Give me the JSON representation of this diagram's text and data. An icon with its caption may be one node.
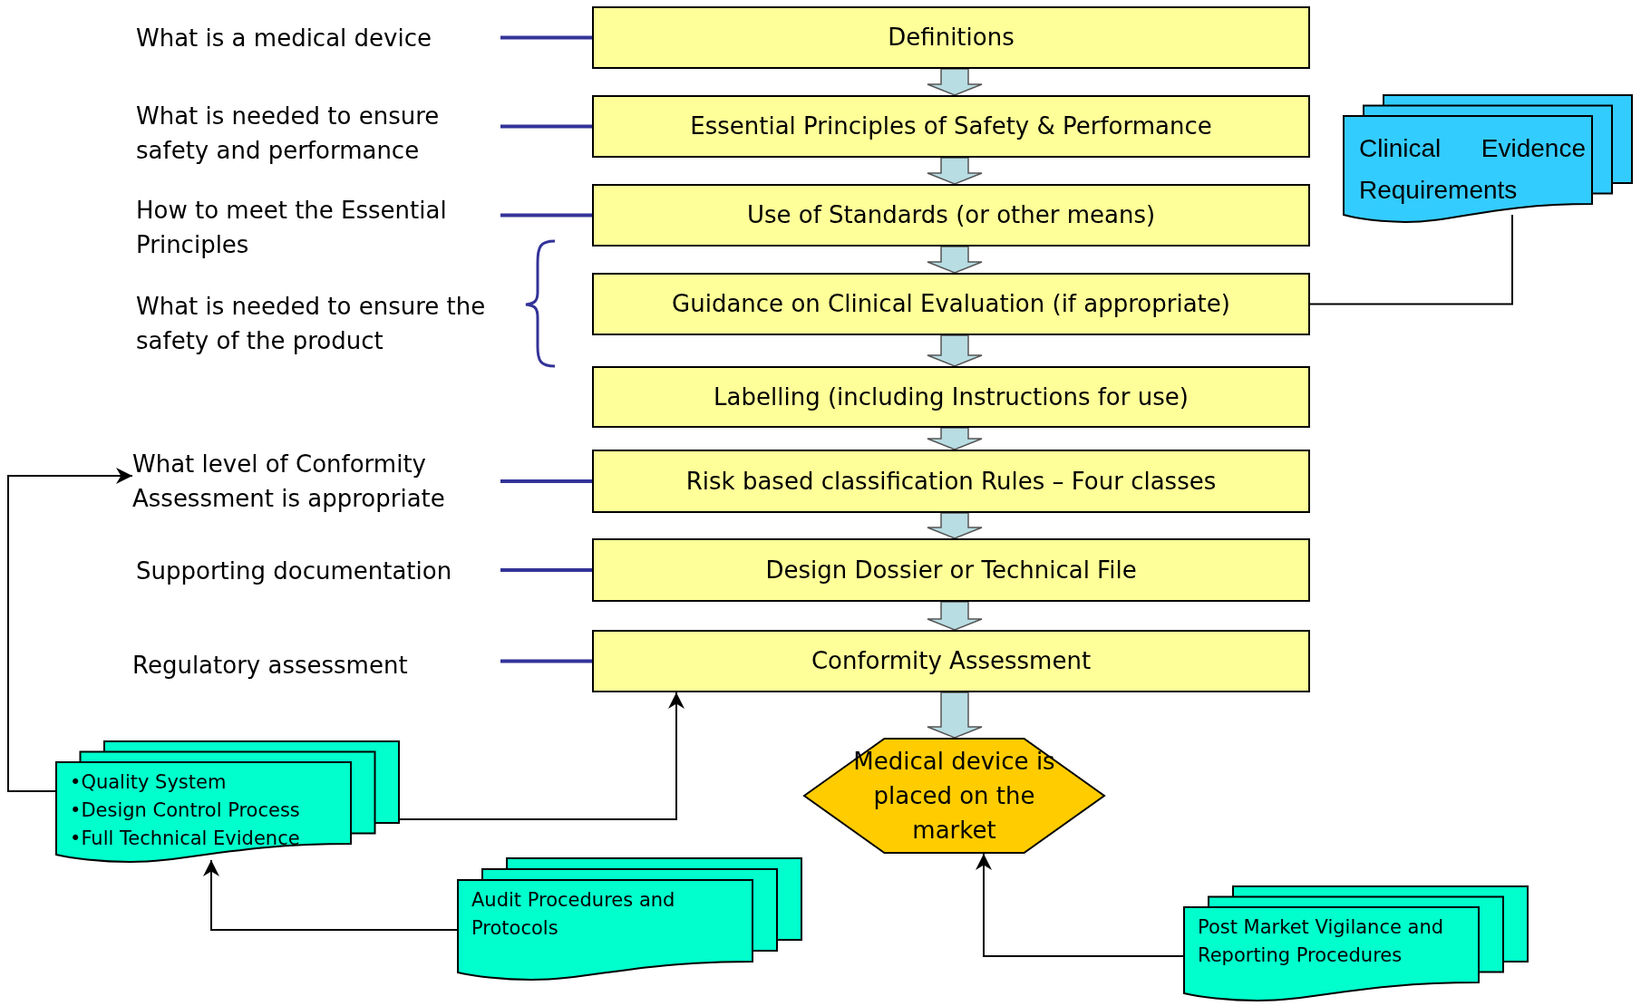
{
  "diagram": {
    "nodes": [
      {
        "text": [
          "Definitions"
        ]
      },
      {
        "text": [
          "Essential Principles of Safety & Performance"
        ]
      },
      {
        "text": [
          "Use of Standards (or other means)"
        ]
      },
      {
        "text": [
          "Guidance on Clinical Evaluation (if appropriate)"
        ]
      },
      {
        "text": [
          "Labelling (including Instructions for use)"
        ]
      },
      {
        "text": [
          "Risk based classification Rules – Four classes"
        ]
      },
      {
        "text": [
          "Design Dossier or Technical File"
        ]
      },
      {
        "text": [
          "Conformity Assessment"
        ]
      },
      {
        "text": [
          "Medical device is placed on the market"
        ]
      },
      {
        "text": [
          "What is a medical device"
        ]
      },
      {
        "text": [
          "What is needed to ensure safety and performance"
        ]
      },
      {
        "text": [
          "How to meet the Essential Principles"
        ]
      },
      {
        "text": [
          "What is needed to ensure the safety of the product"
        ]
      },
      {
        "text": [
          "What level of Conformity Assessment is appropriate"
        ]
      },
      {
        "text": [
          "Supporting documentation"
        ]
      },
      {
        "text": [
          "Regulatory assessment"
        ]
      },
      {
        "text": [
          "Clinical Evidence Requirements"
        ]
      },
      {
        "text": [
          "•Quality System",
          "•Design Control Process",
          "•Full Technical Evidence"
        ]
      },
      {
        "text": [
          "Audit Procedures and Protocols"
        ]
      },
      {
        "text": [
          "Post Market Vigilance and Reporting Procedures"
        ]
      }
    ],
    "edges": [
      {
        "from": 0,
        "to": 1,
        "arrow": "to",
        "style": "thick",
        "color": "#b8dde3"
      },
      {
        "from": 1,
        "to": 2,
        "arrow": "to",
        "style": "thick",
        "color": "#b8dde3"
      },
      {
        "from": 2,
        "to": 3,
        "arrow": "to",
        "style": "thick",
        "color": "#b8dde3"
      },
      {
        "from": 3,
        "to": 4,
        "arrow": "to",
        "style": "thick",
        "color": "#b8dde3"
      },
      {
        "from": 4,
        "to": 5,
        "arrow": "to",
        "style": "thick",
        "color": "#b8dde3"
      },
      {
        "from": 5,
        "to": 6,
        "arrow": "to",
        "style": "thick",
        "color": "#b8dde3"
      },
      {
        "from": 6,
        "to": 7,
        "arrow": "to",
        "style": "thick",
        "color": "#b8dde3"
      },
      {
        "from": 7,
        "to": 8,
        "arrow": "to",
        "style": "thick",
        "color": "#b8dde3"
      },
      {
        "from": 9,
        "to": 0,
        "arrow": "none",
        "color": "#333399"
      },
      {
        "from": 10,
        "to": 1,
        "arrow": "none",
        "color": "#333399"
      },
      {
        "from": 11,
        "to": 2,
        "arrow": "none",
        "color": "#333399"
      },
      {
        "from": 13,
        "to": 5,
        "arrow": "none",
        "color": "#333399"
      },
      {
        "from": 14,
        "to": 6,
        "arrow": "none",
        "color": "#333399"
      },
      {
        "from": 15,
        "to": 7,
        "arrow": "none",
        "color": "#333399"
      },
      {
        "from": 16,
        "to": 3,
        "arrow": "to",
        "color": "#000000"
      },
      {
        "from": 17,
        "to": 13,
        "arrow": "to",
        "color": "#000000"
      },
      {
        "from": 17,
        "to": 7,
        "arrow": "to",
        "color": "#000000"
      },
      {
        "from": 18,
        "to": 17,
        "arrow": "to",
        "color": "#000000"
      },
      {
        "from": 19,
        "to": 8,
        "arrow": "to",
        "color": "#000000"
      }
    ]
  }
}
